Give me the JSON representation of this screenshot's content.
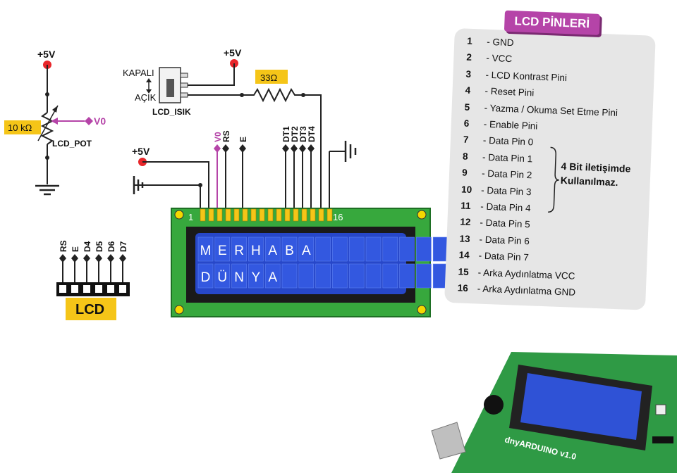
{
  "pot": {
    "supply": "+5V",
    "value": "10 kΩ",
    "name": "LCD_POT",
    "output": "V0"
  },
  "switch": {
    "off_label": "KAPALI",
    "on_label": "AÇIK",
    "name": "LCD_ISIK",
    "supply": "+5V"
  },
  "resistor": {
    "value": "33Ω"
  },
  "supply_left": "+5V",
  "pin_tags": {
    "v0": "V0",
    "rs": "RS",
    "e": "E",
    "dt1": "DT1",
    "dt2": "DT2",
    "dt3": "DT3",
    "dt4": "DT4"
  },
  "lcd": {
    "pin_first": "1",
    "pin_last": "16",
    "row1": [
      "M",
      "E",
      "R",
      "H",
      "A",
      "B",
      "A",
      "",
      "",
      "",
      "",
      "",
      "",
      "",
      "",
      ""
    ],
    "row2": [
      "D",
      "Ü",
      "N",
      "Y",
      "A",
      "",
      "",
      "",
      "",
      "",
      "",
      "",
      "",
      "",
      "",
      ""
    ]
  },
  "header": {
    "title": "LCD",
    "pins": [
      "RS",
      "E",
      "D4",
      "D5",
      "D6",
      "D7"
    ]
  },
  "pin_card": {
    "title": "LCD PİNLERİ",
    "rows": [
      {
        "num": "1",
        "text": "- GND"
      },
      {
        "num": "2",
        "text": "- VCC"
      },
      {
        "num": "3",
        "text": "- LCD Kontrast Pini"
      },
      {
        "num": "4",
        "text": "- Reset Pini"
      },
      {
        "num": "5",
        "text": "- Yazma / Okuma Set Etme Pini"
      },
      {
        "num": "6",
        "text": "- Enable Pini"
      },
      {
        "num": "7",
        "text": "- Data Pin 0"
      },
      {
        "num": "8",
        "text": "- Data Pin 1"
      },
      {
        "num": "9",
        "text": "- Data Pin 2"
      },
      {
        "num": "10",
        "text": "- Data Pin 3"
      },
      {
        "num": "11",
        "text": "- Data Pin 4"
      },
      {
        "num": "12",
        "text": "- Data Pin 5"
      },
      {
        "num": "13",
        "text": "- Data Pin 6"
      },
      {
        "num": "14",
        "text": "- Data Pin 7"
      },
      {
        "num": "15",
        "text": "- Arka Aydınlatma VCC"
      },
      {
        "num": "16",
        "text": "- Arka Aydınlatma GND"
      }
    ],
    "note_line1": "4 Bit iletişimde",
    "note_line2": "Kullanılmaz."
  },
  "board": {
    "brand": "dnyARDUINO v1.0"
  },
  "colors": {
    "pcb_green": "#37a83d",
    "lcd_blue": "#2747c9",
    "accent_purple": "#b544a8",
    "label_yellow": "#f5c518",
    "wire": "#222222",
    "supply_red": "#e8262a"
  }
}
